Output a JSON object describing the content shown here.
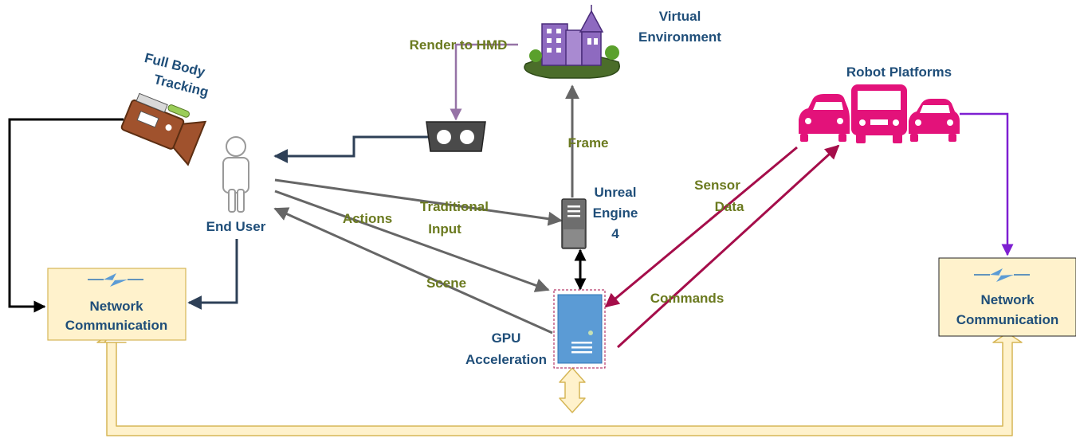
{
  "labels": {
    "full_body_line1": "Full Body",
    "full_body_line2": "Tracking",
    "end_user": "End User",
    "render_to_hmd": "Render to HMD",
    "virtual_env_line1": "Virtual",
    "virtual_env_line2": "Environment",
    "frame": "Frame",
    "unreal_line1": "Unreal",
    "unreal_line2": "Engine",
    "unreal_line3": "4",
    "traditional_line1": "Traditional",
    "traditional_line2": "Input",
    "actions": "Actions",
    "scene": "Scene",
    "gpu_line1": "GPU",
    "gpu_line2": "Acceleration",
    "robot_platforms": "Robot Platforms",
    "sensor_line1": "Sensor",
    "sensor_line2": "Data",
    "commands": "Commands",
    "net_left_line1": "Network",
    "net_left_line2": "Communication",
    "net_right_line1": "Network",
    "net_right_line2": "Communication"
  },
  "colors": {
    "label_blue": "#1f4e79",
    "label_green": "#6b7a1f",
    "arrow_gray": "#666666",
    "arrow_dark": "#2e4057",
    "arrow_black": "#000000",
    "arrow_purple_light": "#9673a6",
    "arrow_crimson": "#a50d4a",
    "arrow_violet": "#7e1fd1",
    "robot_pink": "#e3127a",
    "network_fill": "#fff2cc",
    "network_stroke": "#d6b656"
  },
  "icons": [
    "camera-icon",
    "person-icon",
    "hmd-icon",
    "virtual-environment-icon",
    "server-icon",
    "gpu-server-icon",
    "car-icon",
    "bus-icon",
    "network-lightning-icon"
  ]
}
